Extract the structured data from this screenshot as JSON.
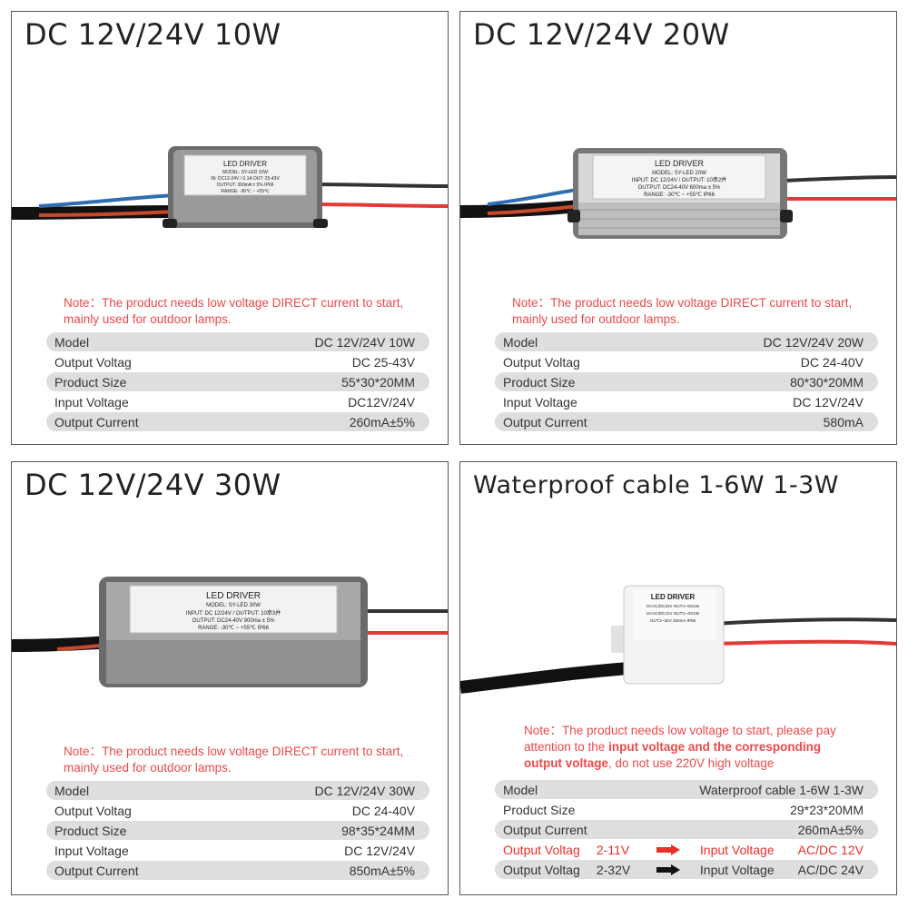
{
  "panels": [
    {
      "title": "DC 12V/24V 10W",
      "note": {
        "parts": [
          "Note：The product needs low voltage ",
          "DIRECT",
          " current to start,",
          "mainly used for outdoor lamps."
        ]
      },
      "specs": [
        {
          "label": "Model",
          "value": "DC 12V/24V 10W"
        },
        {
          "label": "Output Voltag",
          "value": "DC 25-43V"
        },
        {
          "label": "Product Size",
          "value": "55*30*20MM"
        },
        {
          "label": "Input Voltage",
          "value": "DC12V/24V"
        },
        {
          "label": "Output Current",
          "value": "260mA±5%"
        }
      ],
      "label_lines": [
        "LED DRIVER",
        "MODEL: SY-LED 10W",
        "IN: DC12-24V / 0.1A  OUT: 25-43V",
        "OUTPUT: 300mA ± 5%   IP66",
        "RANGE: -30℃ ~ +55℃"
      ]
    },
    {
      "title": "DC 12V/24V 20W",
      "note": {
        "parts": [
          "Note：The product needs low voltage ",
          "DIRECT",
          " current to start,",
          "mainly used for outdoor lamps."
        ]
      },
      "specs": [
        {
          "label": "Model",
          "value": "DC 12V/24V 20W"
        },
        {
          "label": "Output Voltag",
          "value": "DC 24-40V"
        },
        {
          "label": "Product Size",
          "value": "80*30*20MM"
        },
        {
          "label": "Input Voltage",
          "value": "DC 12V/24V"
        },
        {
          "label": "Output Current",
          "value": "580mA"
        }
      ],
      "label_lines": [
        "LED DRIVER",
        "MODEL: SY-LED 20W",
        "INPUT: DC 12/24V / OUTPUT: 10串2并",
        "OUTPUT: DC24-40V   600ma ± 5%",
        "RANGE: -30℃ ~ +55℃  IP66"
      ]
    },
    {
      "title": "DC 12V/24V 30W",
      "note": {
        "parts": [
          "Note：The product needs low voltage ",
          "DIRECT",
          " current to start,",
          "mainly used for outdoor lamps."
        ]
      },
      "specs": [
        {
          "label": "Model",
          "value": "DC 12V/24V 30W"
        },
        {
          "label": "Output Voltag",
          "value": "DC 24-40V"
        },
        {
          "label": "Product Size",
          "value": "98*35*24MM"
        },
        {
          "label": "Input Voltage",
          "value": "DC 12V/24V"
        },
        {
          "label": "Output Current",
          "value": "850mA±5%"
        }
      ],
      "label_lines": [
        "LED DRIVER",
        "MODEL: SY-LED 30W",
        "INPUT: DC 12/24V / OUTPUT: 10串3并",
        "OUTPUT: DC24-40V  900ma ± 5%",
        "RANGE: -30℃ ~ +55℃ IP66"
      ]
    },
    {
      "title": "Waterproof cable 1-6W 1-3W",
      "note": {
        "line1": "Note：The product needs low voltage to start, please pay",
        "line2_a": "attention to the ",
        "line2_b": "input voltage and the corresponding",
        "line3_a": "output voltage",
        "line3_b": ", do not use 220V high voltage"
      },
      "specs": [
        {
          "label": "Model",
          "value": "Waterproof cable 1-6W 1-3W"
        },
        {
          "label": "Product Size",
          "value": "29*23*20MM"
        },
        {
          "label": "Output Current",
          "value": "260mA±5%"
        }
      ],
      "volt_rows": [
        {
          "label": "Output Voltag",
          "range": "2-11V",
          "input_label": "Input Voltage",
          "input_value": "AC/DC 12V",
          "arrow_color": "#e8302a"
        },
        {
          "label": "Output Voltag",
          "range": "2-32V",
          "input_label": "Input Voltage",
          "input_value": "AC/DC 24V",
          "arrow_color": "#111111"
        }
      ],
      "label_lines": [
        "LED DRIVER",
        "IN:AC/DC24V OUT:1~6X1W",
        "IN:AC/DC12V OUT:1~3X1W",
        "OUT:2~32V 300mA  IP66"
      ]
    }
  ],
  "colors": {
    "note_red": "#e84a4a",
    "row_shade": "#dedede",
    "wire_red": "#e53935",
    "wire_blue": "#2f6db3",
    "wire_black": "#333333"
  }
}
